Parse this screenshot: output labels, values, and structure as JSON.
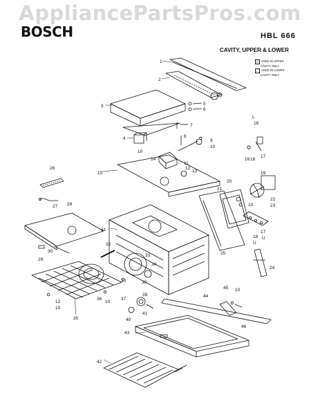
{
  "header": {
    "watermark": "AppliancePartsPros.com",
    "brand": "BOSCH",
    "model": "HBL 666",
    "subtitle": "CAVITY, UPPER & LOWER"
  },
  "legend": [
    {
      "code": "U",
      "text_line1": "USED IN UPPER",
      "text_line2": "CAVITY ONLY"
    },
    {
      "code": "L",
      "text_line1": "USED IN LOWER",
      "text_line2": "CAVITY ONLY"
    }
  ],
  "callouts": [
    "1",
    "2",
    "3",
    "4",
    "5",
    "6",
    "7",
    "8",
    "9",
    "10",
    "11",
    "12",
    "13",
    "14",
    "15",
    "16",
    "17",
    "18",
    "19",
    "20",
    "21",
    "22",
    "23",
    "24",
    "25",
    "26",
    "27",
    "28",
    "29",
    "30",
    "31",
    "32",
    "33",
    "34",
    "35",
    "36",
    "37",
    "38",
    "39",
    "40",
    "41",
    "42",
    "43",
    "44",
    "45",
    "46",
    "10",
    "10",
    "10",
    "10",
    "10",
    "12",
    "16",
    "17",
    "18",
    "10",
    "U",
    "L",
    "U"
  ],
  "colors": {
    "ink": "#111111",
    "watermark": "#d9d9d9",
    "background": "#ffffff"
  }
}
